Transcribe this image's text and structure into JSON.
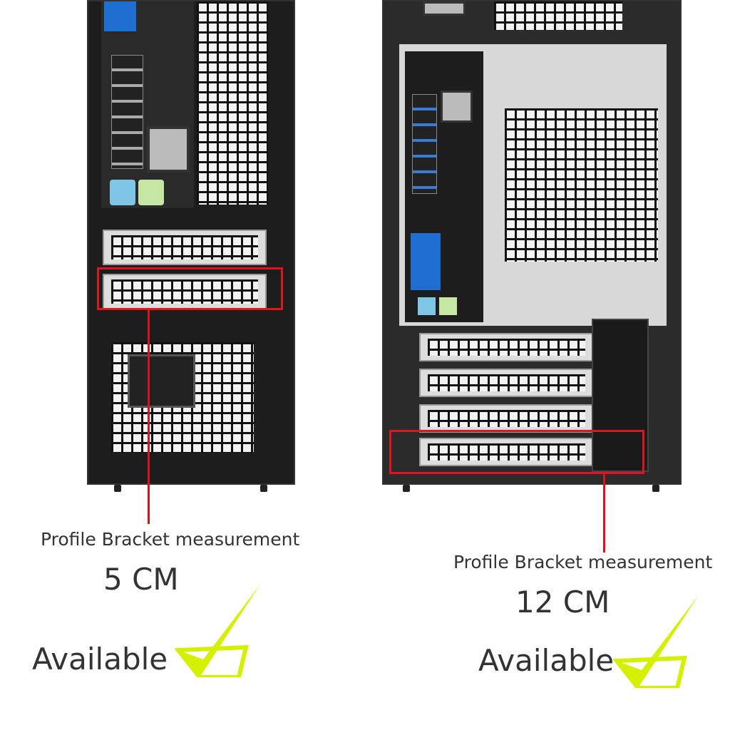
{
  "left": {
    "caption": "Profile Bracket measurement",
    "size": "5 CM",
    "status": "Available"
  },
  "right": {
    "caption": "Profile Bracket measurement",
    "size": "12 CM",
    "status": "Available"
  },
  "colors": {
    "highlight": "#e0141e",
    "check": "#d4f000"
  }
}
